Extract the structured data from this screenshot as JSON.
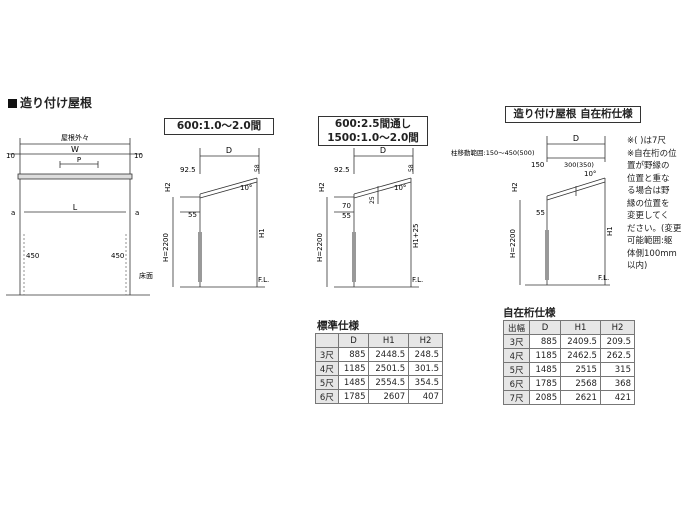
{
  "section_title": "造り付け屋根",
  "diagram1": {
    "top_label": "屋根外々",
    "w": "W",
    "p": "P",
    "l": "L",
    "a": "a",
    "ten_left": "10",
    "ten_right": "10",
    "d450_left": "450",
    "d450_right": "450",
    "floor": "床面"
  },
  "diagram2": {
    "title": "600:1.0～2.0間",
    "d": "D",
    "d925": "92.5",
    "d58": "58",
    "angle": "10°",
    "h2": "H2",
    "d55": "55",
    "h2200": "H=2200",
    "h1": "H1",
    "fl": "F.L."
  },
  "diagram3": {
    "title_line1": "600:2.5間通し",
    "title_line2": "1500:1.0～2.0間",
    "d": "D",
    "d925": "92.5",
    "d58": "58",
    "angle": "10°",
    "d25": "25",
    "h2": "H2",
    "d70": "70",
    "d55": "55",
    "h2200": "H=2200",
    "h1": "H1+25",
    "fl": "F.L."
  },
  "diagram4": {
    "title": "造り付け屋根  自在桁仕様",
    "d": "D",
    "range": "柱移動範囲:150～450(500)",
    "d150": "150",
    "d300": "300(350)",
    "angle": "10°",
    "h2": "H2",
    "d55": "55",
    "h2200": "H=2200",
    "h1": "H1",
    "fl": "F.L.",
    "note_lines": [
      "※(  )は7尺",
      "※自在桁の位",
      "置が野縁の",
      "位置と重な",
      "る場合は野",
      "縁の位置を",
      "変更してく",
      "ださい。(変更",
      "可能範囲:躯",
      "体側100mm",
      "以内)"
    ]
  },
  "table_standard": {
    "title": "標準仕様",
    "headers": [
      "",
      "D",
      "H1",
      "H2"
    ],
    "rows": [
      [
        "3尺",
        "885",
        "2448.5",
        "248.5"
      ],
      [
        "4尺",
        "1185",
        "2501.5",
        "301.5"
      ],
      [
        "5尺",
        "1485",
        "2554.5",
        "354.5"
      ],
      [
        "6尺",
        "1785",
        "2607",
        "407"
      ]
    ]
  },
  "table_jizai": {
    "title": "自在桁仕様",
    "headers": [
      "出幅",
      "D",
      "H1",
      "H2"
    ],
    "rows": [
      [
        "3尺",
        "885",
        "2409.5",
        "209.5"
      ],
      [
        "4尺",
        "1185",
        "2462.5",
        "262.5"
      ],
      [
        "5尺",
        "1485",
        "2515",
        "315"
      ],
      [
        "6尺",
        "1785",
        "2568",
        "368"
      ],
      [
        "7尺",
        "2085",
        "2621",
        "421"
      ]
    ]
  }
}
